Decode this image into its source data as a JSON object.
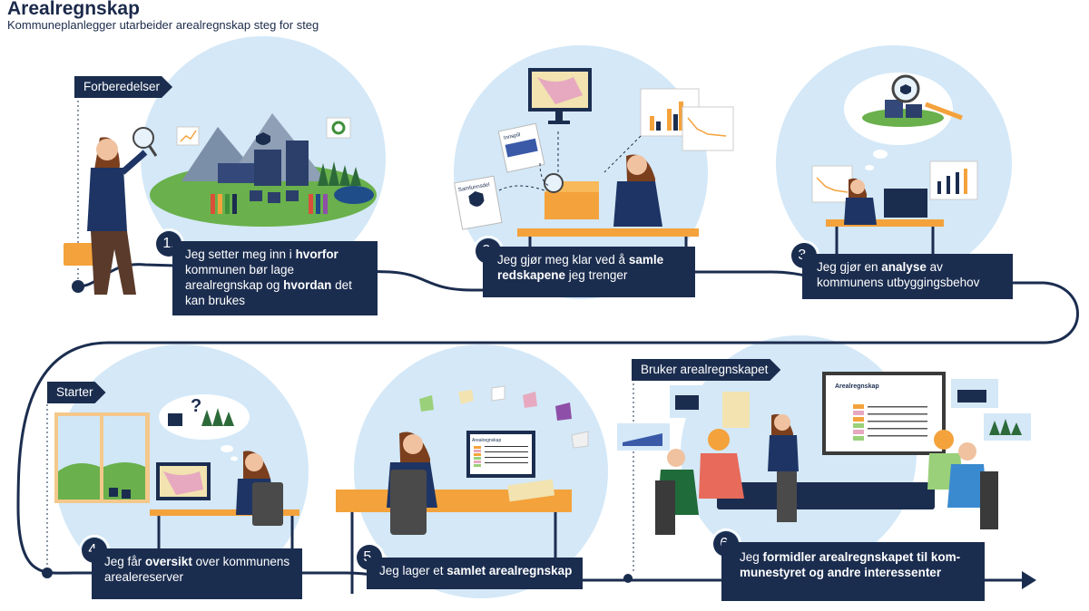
{
  "header": {
    "title": "Arealregnskap",
    "subtitle": "Kommuneplanlegger utarbeider arealregnskap steg for steg"
  },
  "phases": {
    "preparation": "Forberedelser",
    "start": "Starter",
    "use": "Bruker arealregnskapet"
  },
  "steps": [
    {
      "number": "1.",
      "parts": [
        {
          "t": "Jeg setter meg inn i ",
          "b": false
        },
        {
          "t": "hvorfor",
          "b": true
        },
        {
          "t": " kommunen bør lage arealregnskap og ",
          "b": false
        },
        {
          "t": "hvordan",
          "b": true
        },
        {
          "t": " det kan brukes",
          "b": false
        }
      ]
    },
    {
      "number": "2.",
      "parts": [
        {
          "t": "Jeg gjør meg klar ved å ",
          "b": false
        },
        {
          "t": "samle redskapene",
          "b": true
        },
        {
          "t": " jeg trenger",
          "b": false
        }
      ]
    },
    {
      "number": "3.",
      "parts": [
        {
          "t": "Jeg gjør en ",
          "b": false
        },
        {
          "t": "analyse",
          "b": true
        },
        {
          "t": " av kommunens utbyggingsbehov",
          "b": false
        }
      ]
    },
    {
      "number": "4.",
      "parts": [
        {
          "t": "Jeg får ",
          "b": false
        },
        {
          "t": "oversikt",
          "b": true
        },
        {
          "t": " over kommunens arealereserver",
          "b": false
        }
      ]
    },
    {
      "number": "5.",
      "parts": [
        {
          "t": "Jeg lager et ",
          "b": false
        },
        {
          "t": "samlet arealregnskap",
          "b": true
        }
      ]
    },
    {
      "number": "6.",
      "parts": [
        {
          "t": "Jeg ",
          "b": false
        },
        {
          "t": "formidler arealregnskapet til kom-munestyret og andre interessenter",
          "b": true
        }
      ]
    }
  ],
  "illustration_labels": {
    "doc_left": "Samfunnsdel",
    "doc_right": "Innspill",
    "screen_title_5": "Arealregnskap",
    "screen_title_6": "Arealregnskap",
    "thought_mark": "?"
  },
  "colors": {
    "navy": "#1b2d4f",
    "circle": "#d4e8f7",
    "orange": "#f4a23c",
    "green": "#3f8f3a"
  }
}
